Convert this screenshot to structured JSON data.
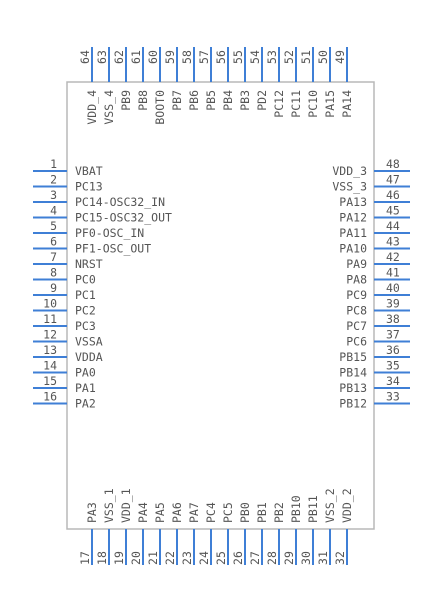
{
  "component": {
    "colors": {
      "pin_line": "#3f7fd6",
      "body_outline": "#b8b8b8",
      "text": "#555555",
      "background": "#ffffff"
    },
    "left_pins": [
      {
        "number": "1",
        "name": "VBAT"
      },
      {
        "number": "2",
        "name": "PC13"
      },
      {
        "number": "3",
        "name": "PC14-OSC32_IN"
      },
      {
        "number": "4",
        "name": "PC15-OSC32_OUT"
      },
      {
        "number": "5",
        "name": "PF0-OSC_IN"
      },
      {
        "number": "6",
        "name": "PF1-OSC_OUT"
      },
      {
        "number": "7",
        "name": "NRST"
      },
      {
        "number": "8",
        "name": "PC0"
      },
      {
        "number": "9",
        "name": "PC1"
      },
      {
        "number": "10",
        "name": "PC2"
      },
      {
        "number": "11",
        "name": "PC3"
      },
      {
        "number": "12",
        "name": "VSSA"
      },
      {
        "number": "13",
        "name": "VDDA"
      },
      {
        "number": "14",
        "name": "PA0"
      },
      {
        "number": "15",
        "name": "PA1"
      },
      {
        "number": "16",
        "name": "PA2"
      }
    ],
    "right_pins": [
      {
        "number": "48",
        "name": "VDD_3"
      },
      {
        "number": "47",
        "name": "VSS_3"
      },
      {
        "number": "46",
        "name": "PA13"
      },
      {
        "number": "45",
        "name": "PA12"
      },
      {
        "number": "44",
        "name": "PA11"
      },
      {
        "number": "43",
        "name": "PA10"
      },
      {
        "number": "42",
        "name": "PA9"
      },
      {
        "number": "41",
        "name": "PA8"
      },
      {
        "number": "40",
        "name": "PC9"
      },
      {
        "number": "39",
        "name": "PC8"
      },
      {
        "number": "38",
        "name": "PC7"
      },
      {
        "number": "37",
        "name": "PC6"
      },
      {
        "number": "36",
        "name": "PB15"
      },
      {
        "number": "35",
        "name": "PB14"
      },
      {
        "number": "34",
        "name": "PB13"
      },
      {
        "number": "33",
        "name": "PB12"
      }
    ],
    "bottom_pins": [
      {
        "number": "17",
        "name": "PA3"
      },
      {
        "number": "18",
        "name": "VSS_1"
      },
      {
        "number": "19",
        "name": "VDD_1"
      },
      {
        "number": "20",
        "name": "PA4"
      },
      {
        "number": "21",
        "name": "PA5"
      },
      {
        "number": "22",
        "name": "PA6"
      },
      {
        "number": "23",
        "name": "PA7"
      },
      {
        "number": "24",
        "name": "PC4"
      },
      {
        "number": "25",
        "name": "PC5"
      },
      {
        "number": "26",
        "name": "PB0"
      },
      {
        "number": "27",
        "name": "PB1"
      },
      {
        "number": "28",
        "name": "PB2"
      },
      {
        "number": "29",
        "name": "PB10"
      },
      {
        "number": "30",
        "name": "PB11"
      },
      {
        "number": "31",
        "name": "VSS_2"
      },
      {
        "number": "32",
        "name": "VDD_2"
      }
    ],
    "top_pins": [
      {
        "number": "64",
        "name": "VDD_4"
      },
      {
        "number": "63",
        "name": "VSS_4"
      },
      {
        "number": "62",
        "name": "PB9"
      },
      {
        "number": "61",
        "name": "PB8"
      },
      {
        "number": "60",
        "name": "BOOT0"
      },
      {
        "number": "59",
        "name": "PB7"
      },
      {
        "number": "58",
        "name": "PB6"
      },
      {
        "number": "57",
        "name": "PB5"
      },
      {
        "number": "56",
        "name": "PB4"
      },
      {
        "number": "55",
        "name": "PB3"
      },
      {
        "number": "54",
        "name": "PD2"
      },
      {
        "number": "53",
        "name": "PC12"
      },
      {
        "number": "52",
        "name": "PC11"
      },
      {
        "number": "51",
        "name": "PC10"
      },
      {
        "number": "50",
        "name": "PA15"
      },
      {
        "number": "49",
        "name": "PA14"
      }
    ]
  }
}
